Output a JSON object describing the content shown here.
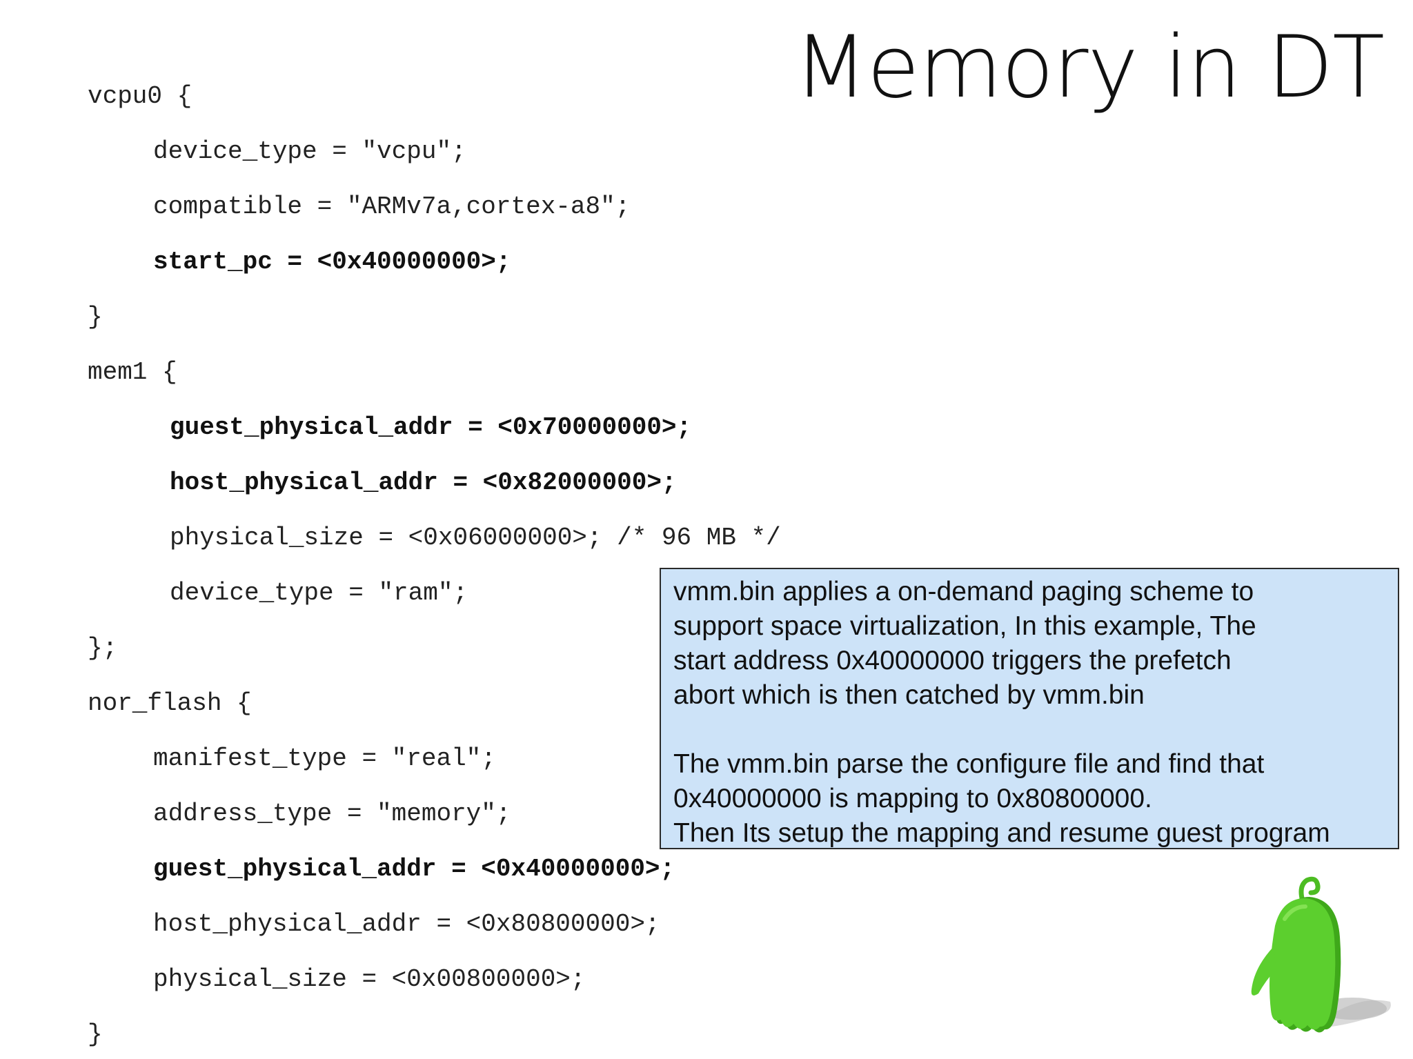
{
  "slide": {
    "title": "Memory in DT"
  },
  "code_lines": [
    "vcpu0 {",
    "device_type = \"vcpu\";",
    "compatible = \"ARMv7a,cortex-a8\";",
    "start_pc = <0x40000000>;",
    "}",
    "mem1 {",
    "guest_physical_addr = <0x70000000>;",
    "host_physical_addr = <0x82000000>;",
    "physical_size = <0x06000000>; /* 96 MB */",
    "device_type = \"ram\";",
    "};",
    "nor_flash {",
    "manifest_type = \"real\";",
    "address_type = \"memory\";",
    "guest_physical_addr = <0x40000000>;",
    "host_physical_addr = <0x80800000>;",
    "physical_size = <0x00800000>;",
    "}"
  ],
  "callout": {
    "paragraph1": [
      "vmm.bin applies a on-demand paging scheme to",
      "support space virtualization, In this example, The",
      "start address 0x40000000 triggers the prefetch",
      "abort which is then catched by vmm.bin"
    ],
    "paragraph2": [
      "The vmm.bin parse the configure file and find that",
      "0x40000000 is mapping to 0x80800000.",
      "Then Its setup the mapping and resume guest program"
    ]
  },
  "colors": {
    "callout_background": "#cde3f8",
    "mascot_green": "#5ccf2e"
  },
  "icons": {
    "mascot": "green-ghost-mascot-icon"
  }
}
